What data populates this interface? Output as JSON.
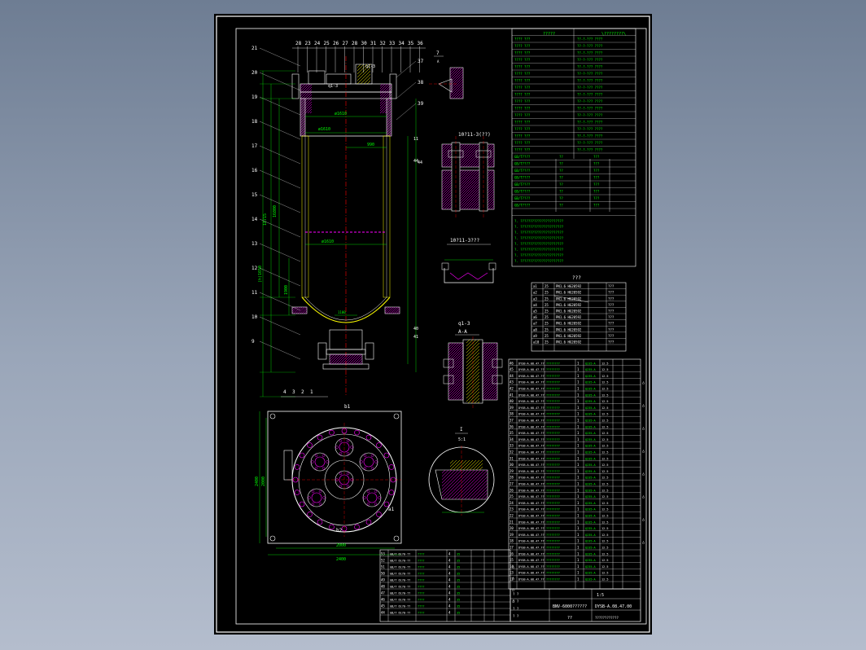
{
  "colors": {
    "background_top": "#6e7d93",
    "background_bottom": "#b4bdcd",
    "sheet": "#000000",
    "frame": "#ffffff",
    "table_lines": "#ffffff",
    "text_green": "#00ff00",
    "text_white": "#ffffff",
    "hatch_magenta": "#ff00ff",
    "dim_green": "#00ff00",
    "centerline_red": "#ff0000",
    "annot_cyan": "#00ffff",
    "tank_yellow": "#ffff00"
  },
  "drawing": {
    "part_numbers_top": [
      "28",
      "23",
      "24",
      "25",
      "26",
      "27",
      "28",
      "30",
      "31",
      "32",
      "33",
      "34",
      "35",
      "36"
    ],
    "part_numbers_right": [
      "37",
      "38",
      "39"
    ],
    "part_numbers_left": [
      "21",
      "20",
      "19",
      "18",
      "17",
      "16",
      "15",
      "14",
      "13",
      "12",
      "11",
      "10",
      "9"
    ],
    "part_numbers_bottom": [
      "4",
      "3",
      "2",
      "1"
    ],
    "main_dims": {
      "d1": "ø1610",
      "d2": "ø1610",
      "d3": "ø1610",
      "v1": "18715",
      "v2": "16800",
      "v3": "(h)1650",
      "v4": "1900",
      "s1": "990",
      "s2": "1100"
    },
    "detail_titles": {
      "d1": "10?11-3(??)",
      "d2": "10?11-3???",
      "d3": "q1-3",
      "d4": "A-A",
      "d5": "7",
      "d6": "I",
      "d7": "5:1"
    },
    "plan_dims": {
      "w1": "2400",
      "w2": "2000",
      "h1": "2400",
      "h2": "2000",
      "p1": "b1",
      "p2": "b2",
      "p3": "a1"
    },
    "title_block": {
      "drawing_no": "DYSB-A.08.47.00",
      "name": "BNV-6000??????",
      "scale": "1:5",
      "sheet": "??",
      "company": "????????????"
    },
    "spec_table_header": [
      "?????",
      "\\????????\\"
    ],
    "nozzle_header": "???",
    "parts_header": [
      "??",
      "??",
      "??",
      "??",
      "??"
    ]
  }
}
